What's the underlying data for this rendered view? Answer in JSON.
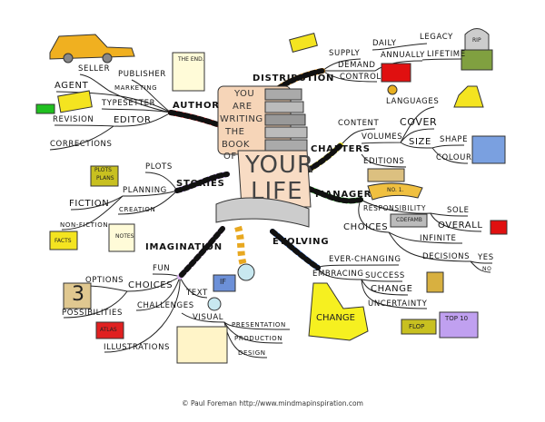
{
  "center": {
    "fingers": [
      "YOU",
      "ARE",
      "WRITING",
      "THE",
      "BOOK",
      "OF"
    ],
    "title_line1": "YOUR",
    "title_line2": "LIFE"
  },
  "branches": {
    "author": {
      "label": "AUTHOR",
      "color": "#e01010",
      "subs": [
        "PUBLISHER",
        "SELLER",
        "AGENT",
        "MARKETING",
        "TYPESETTER",
        "REVISION",
        "EDITOR",
        "CORRECTIONS"
      ]
    },
    "distribution": {
      "label": "DISTRIBUTION",
      "color": "#f0900a",
      "subs": [
        "SUPPLY",
        "DEMAND",
        "CONTROL",
        "DAILY",
        "ANNUALLY",
        "LEGACY",
        "LIFETIME"
      ]
    },
    "chapters": {
      "label": "CHAPTERS",
      "color": "#e8e020",
      "subs": [
        "CONTENT",
        "LANGUAGES",
        "VOLUMES",
        "COVER",
        "SIZE",
        "SHAPE",
        "COLOUR",
        "EDITIONS"
      ]
    },
    "manager": {
      "label": "MANAGER",
      "color": "#20c020",
      "subs": [
        "RESPONSIBILITY",
        "SOLE",
        "OVERALL",
        "CHOICES",
        "INFINITE",
        "DECISIONS",
        "YES",
        "NO"
      ]
    },
    "evolving": {
      "label": "EVOLVING",
      "color": "#1060e0",
      "subs": [
        "EVER-CHANGING",
        "EMBRACING",
        "SUCCESS",
        "CHANGE",
        "UNCERTAINTY"
      ]
    },
    "imagination": {
      "label": "IMAGINATION",
      "color": "#d8b0f0",
      "subs": [
        "FUN",
        "CHOICES",
        "OPTIONS",
        "POSSIBILITIES",
        "CHALLENGES",
        "TEXT",
        "ILLUSTRATIONS",
        "VISUAL",
        "PRESENTATION",
        "PRODUCTION",
        "DESIGN"
      ]
    },
    "stories": {
      "label": "STORIES",
      "color": "#b080f0",
      "subs": [
        "PLOTS",
        "PLANNING",
        "FICTION",
        "CREATION",
        "NON-FICTION"
      ]
    }
  },
  "picture_text": {
    "the_end": "THE END.",
    "rip": "RIP",
    "no1": "NO. 1.",
    "letters": "CDEFAMB",
    "facts": "FACTS",
    "plans": "PLANS",
    "plots": "PLOTS",
    "notes": "NOTES",
    "if": "IF",
    "atlas": "ATLAS",
    "three": "3",
    "change_sign": "CHANGE",
    "flop": "FLOP",
    "top10": "TOP 10"
  },
  "footer": "© Paul Foreman http://www.mindmapinspiration.com"
}
